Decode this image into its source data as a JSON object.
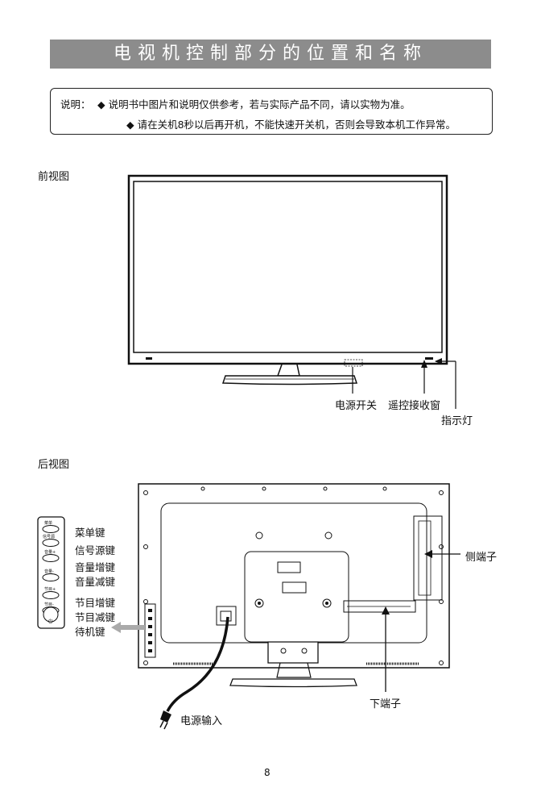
{
  "title": "电视机控制部分的位置和名称",
  "notice": {
    "label": "说明：",
    "line1": "◆ 说明书中图片和说明仅供参考，若与实际产品不同，请以实物为准。",
    "line2": "◆ 请在关机8秒以后再开机，不能快速开关机，否则会导致本机工作异常。"
  },
  "front": {
    "heading": "前视图",
    "labels": {
      "power": "电源开关",
      "remote": "遥控接收窗",
      "indicator": "指示灯"
    }
  },
  "rear": {
    "heading": "后视图",
    "keys": [
      "菜单键",
      "信号源键",
      "音量增键",
      "音量减键",
      "节目增键",
      "节目减键",
      "待机键"
    ],
    "button_marks": [
      "菜单",
      "信号源",
      "音量+",
      "音量-",
      "节目+",
      "节目-",
      "⏻"
    ],
    "labels": {
      "side_port": "侧端子",
      "bottom_port": "下端子",
      "power_in": "电源输入"
    }
  },
  "page_number": "8"
}
